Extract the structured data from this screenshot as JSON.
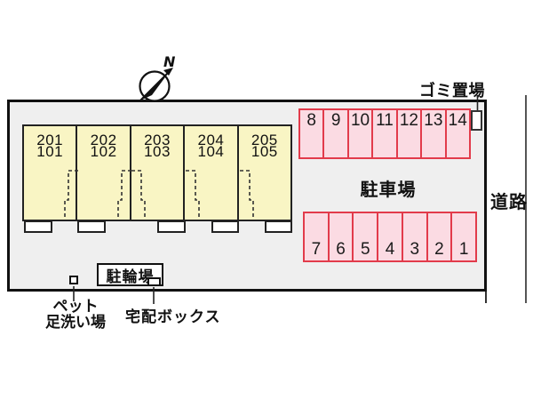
{
  "labels": {
    "garbage": "ゴミ置場",
    "parking_lot": "駐車場",
    "road": "道路",
    "bicycle_parking": "駐輪場",
    "delivery_box": "宅配ボックス",
    "pet_wash_line1": "ペット",
    "pet_wash_line2": "足洗い場"
  },
  "compass": {
    "north_label": "N"
  },
  "building": {
    "units": [
      {
        "upper": "201",
        "lower": "101"
      },
      {
        "upper": "202",
        "lower": "102"
      },
      {
        "upper": "203",
        "lower": "103"
      },
      {
        "upper": "204",
        "lower": "104"
      },
      {
        "upper": "205",
        "lower": "105"
      }
    ]
  },
  "parking": {
    "top_row": [
      "8",
      "9",
      "10",
      "11",
      "12",
      "13",
      "14"
    ],
    "bottom_row": [
      "7",
      "6",
      "5",
      "4",
      "3",
      "2",
      "1"
    ]
  },
  "colors": {
    "site_fill": "#EFEFEF",
    "site_border": "#111111",
    "building_fill": "#F9F5C4",
    "building_border": "#222222",
    "parking_fill": "#FBDBE3",
    "parking_border": "#E23B4B",
    "box_fill": "#FFFFFF",
    "line_color": "#333333",
    "road_line": "#555555",
    "text_color": "#111111"
  }
}
